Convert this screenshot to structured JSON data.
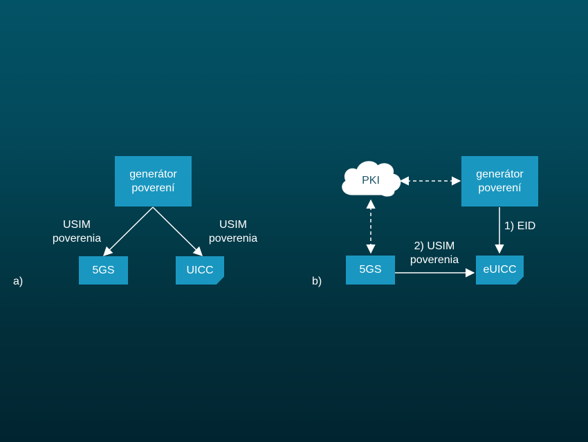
{
  "diagram_a": {
    "marker": "a)",
    "generator": [
      "generátor",
      "poverení"
    ],
    "left_label": [
      "USIM",
      "poverenia"
    ],
    "right_label": [
      "USIM",
      "poverenia"
    ],
    "node_5gs": "5GS",
    "node_uicc": "UICC"
  },
  "diagram_b": {
    "marker": "b)",
    "pki": "PKI",
    "generator": [
      "generátor",
      "poverení"
    ],
    "eid_label": "1) EID",
    "usim_label": [
      "2) USIM",
      "poverenia"
    ],
    "node_5gs": "5GS",
    "node_euicc": "eUICC"
  },
  "colors": {
    "box": "#1a97c0",
    "line": "#ffffff",
    "cloud": "#ffffff"
  }
}
